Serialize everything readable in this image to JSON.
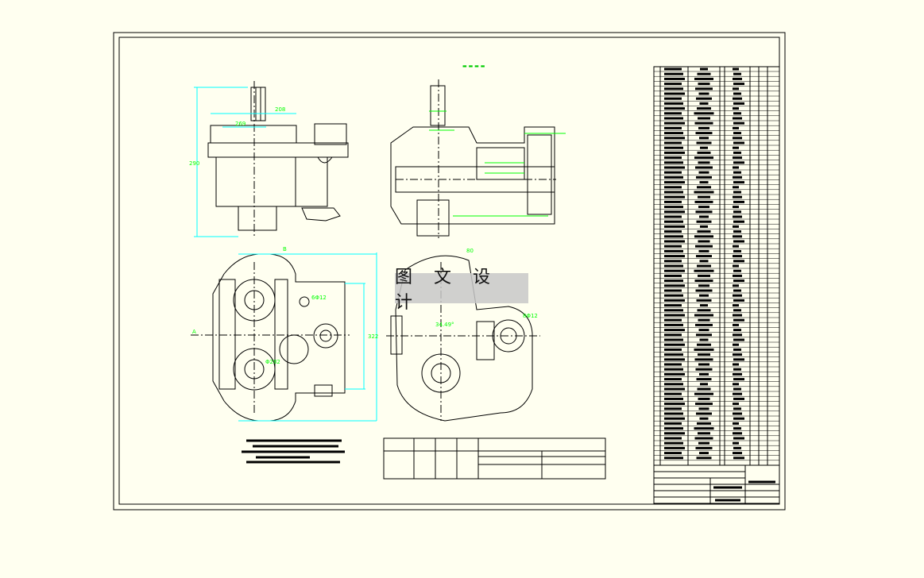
{
  "watermark": {
    "text": "图 文 设 计"
  },
  "dimensions": {
    "d_208": "208",
    "d_290": "290",
    "d_269": "269",
    "d_B": "B",
    "d_322": "322",
    "d_A": "A",
    "d_phi12": "6Φ12",
    "d_phi82": "Φ282",
    "d_8phi12": "8Φ12",
    "d_angle": "34.49°",
    "d_80": "80"
  },
  "colors": {
    "background": "#fffff0",
    "line": "#000000",
    "dimension": "#00ffff",
    "annotation": "#00cc00",
    "centerline": "#000000"
  }
}
